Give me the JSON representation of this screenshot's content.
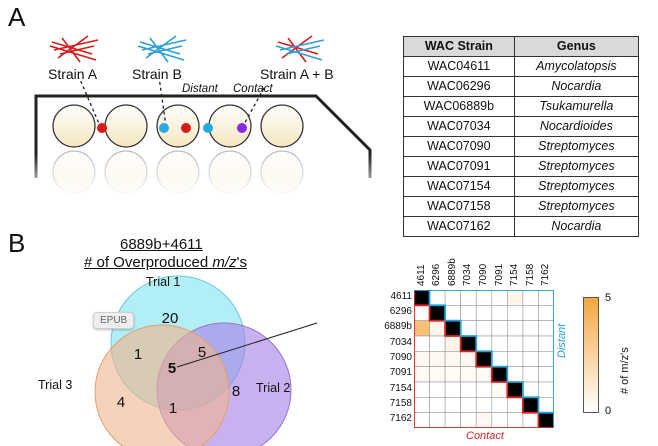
{
  "panelA": {
    "label": "A",
    "strains": [
      {
        "label": "Strain A",
        "color": "#d91b1b"
      },
      {
        "label": "Strain B",
        "color": "#2f9fd6"
      },
      {
        "label": "Strain A + B",
        "colors": [
          "#d91b1b",
          "#2f9fd6"
        ]
      }
    ],
    "distant_label": "Distant",
    "contact_label": "Contact",
    "dot_colors": {
      "red": "#d91b1b",
      "blue": "#2aa9e0",
      "purple": "#8a2be2"
    },
    "table": {
      "headers": [
        "WAC Strain",
        "Genus"
      ],
      "rows": [
        [
          "WAC04611",
          "Amycolatopsis"
        ],
        [
          "WAC06296",
          "Nocardia"
        ],
        [
          "WAC06889b",
          "Tsukamurella"
        ],
        [
          "WAC07034",
          "Nocardioides"
        ],
        [
          "WAC07090",
          "Streptomyces"
        ],
        [
          "WAC07091",
          "Streptomyces"
        ],
        [
          "WAC07154",
          "Streptomyces"
        ],
        [
          "WAC07158",
          "Streptomyces"
        ],
        [
          "WAC07162",
          "Nocardia"
        ]
      ]
    }
  },
  "panelB": {
    "label": "B",
    "title_line1": "6889b+4611",
    "title_line2_prefix": "# of Overproduced ",
    "title_line2_mz": "m/z",
    "title_line2_suffix": "'s",
    "badge": "EPUB",
    "venn": {
      "sets": [
        {
          "name": "Trial 1",
          "color": "#7fe3ef"
        },
        {
          "name": "Trial 2",
          "color": "#a57de6"
        },
        {
          "name": "Trial 3",
          "color": "#f2b48c"
        }
      ],
      "regions": {
        "trial1_only": 20,
        "trial2_only": 8,
        "trial3_only": 4,
        "trial1_trial3": 1,
        "trial1_trial2": 5,
        "trial2_trial3": 1,
        "all_three": 5
      }
    },
    "heatmap": {
      "labels": [
        "4611",
        "6296",
        "6889b",
        "7034",
        "7090",
        "7091",
        "7154",
        "7158",
        "7162"
      ],
      "distant_label": "Distant",
      "contact_label": "Contact",
      "legend_title": "# of m/z's",
      "legend_max": "5",
      "legend_min": "0",
      "legend_colors": [
        "#f5a640",
        "#ffffff"
      ],
      "cells": [
        [
          5,
          0,
          0,
          0,
          0,
          0,
          0.6,
          0,
          0
        ],
        [
          0,
          5,
          0,
          0,
          0,
          0,
          0,
          0,
          0
        ],
        [
          3.5,
          0.5,
          5,
          0,
          0,
          0,
          0,
          0,
          0
        ],
        [
          0,
          0,
          0.6,
          5,
          0,
          0,
          0,
          0,
          0
        ],
        [
          0.4,
          0.4,
          0.4,
          0.4,
          5,
          0,
          0,
          0,
          0
        ],
        [
          0.3,
          0.3,
          0.3,
          0.3,
          0.3,
          5,
          0,
          0,
          0
        ],
        [
          0,
          0,
          0,
          0,
          0,
          0.3,
          5,
          0,
          0
        ],
        [
          0,
          0,
          0,
          0,
          0,
          0,
          0,
          5,
          0
        ],
        [
          0,
          0,
          0,
          0,
          0.4,
          0,
          0,
          0,
          5
        ]
      ]
    }
  }
}
